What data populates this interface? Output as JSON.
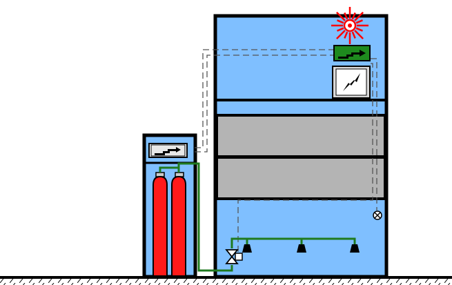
{
  "colors": {
    "room_fill": "#7fbfff",
    "slab_fill": "#b4b4b4",
    "cylinder_fill": "#ff1a1a",
    "pipe": "#1f7a1f",
    "alarm_panel_fill": "#1e8a1e",
    "beacon": "#ff0000",
    "outline": "#000000",
    "signal_line": "#555555"
  },
  "diagram": {
    "type": "gas fire suppression system schematic",
    "cylinder_count": 2,
    "nozzle_count": 3,
    "components": [
      "protected-room",
      "cylinder-cabinet",
      "gas-cylinders",
      "control-panel",
      "alarm-panel",
      "manual-release-station",
      "flashing-beacon",
      "release-valve",
      "discharge-nozzles",
      "heat-detector",
      "floor"
    ],
    "icons": {
      "alarm_panel": "arrow-panel-icon",
      "manual_release": "lightning-icon",
      "detector": "circle-x-icon",
      "beacon": "starburst-icon",
      "valve": "bowtie-valve-icon",
      "nozzle": "nozzle-icon"
    }
  }
}
